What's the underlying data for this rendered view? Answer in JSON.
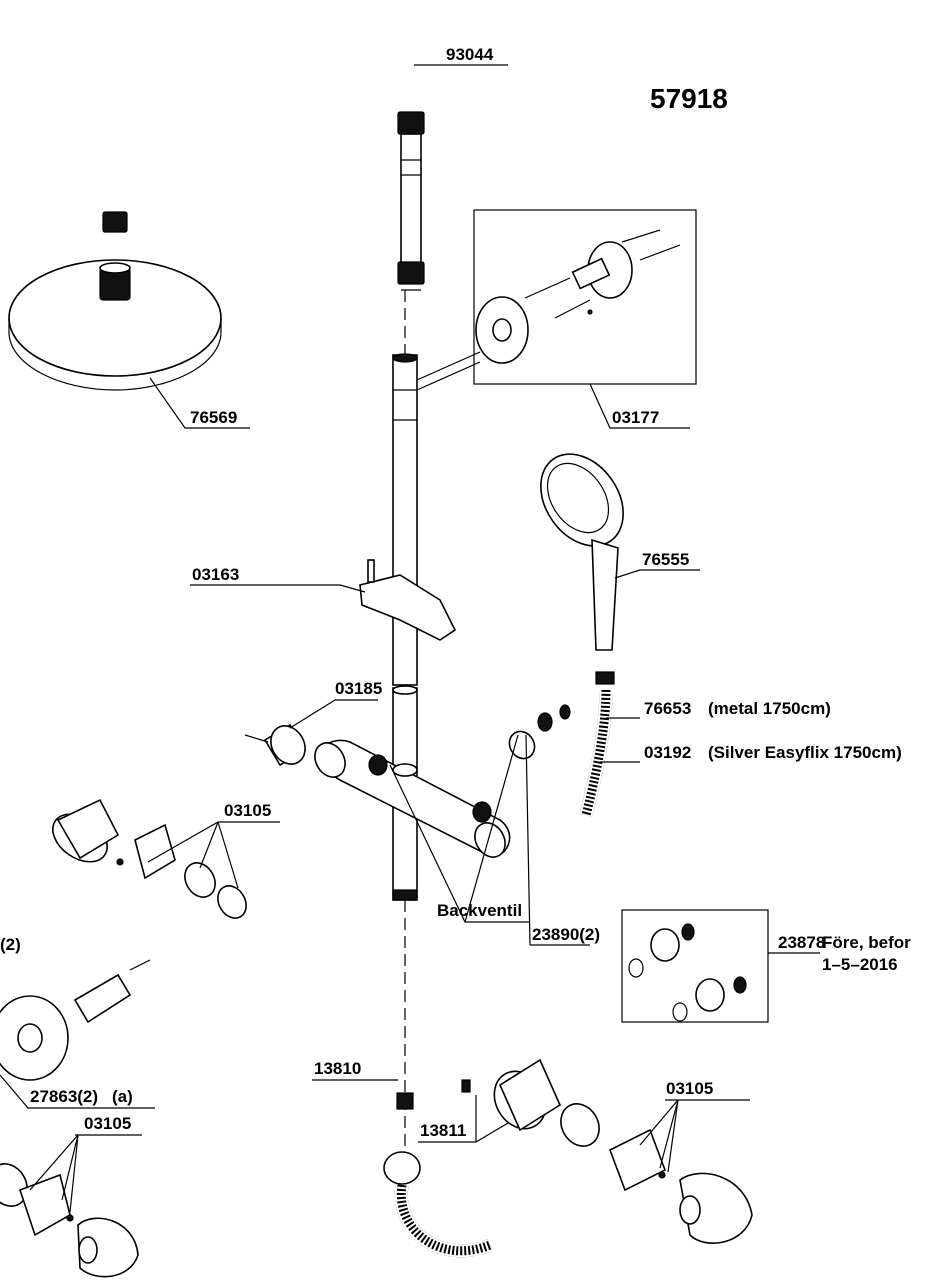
{
  "product_number": "57918",
  "labels": {
    "l93044": "93044",
    "l76569": "76569",
    "l03177": "03177",
    "l03163": "03163",
    "l76555": "76555",
    "l76653": "76653",
    "l76653_note": "(metal 1750cm)",
    "l03192": "03192",
    "l03192_note": "(Silver Easyflix 1750cm)",
    "l03105_top": "03105",
    "l03185": "03185",
    "l_backventil": "Backventil",
    "l23890": "23890(2)",
    "l23878": "23878",
    "l23878_note1": "Före, befor",
    "l23878_note2": "1–5–2016",
    "l_left2": "(2)",
    "l27863": "27863(2)",
    "l27863_suffix": "(a)",
    "l13810": "13810",
    "l13811": "13811",
    "l03105_right": "03105",
    "l03105_bottom": "03105"
  },
  "colors": {
    "line": "#000000",
    "background": "#ffffff"
  }
}
